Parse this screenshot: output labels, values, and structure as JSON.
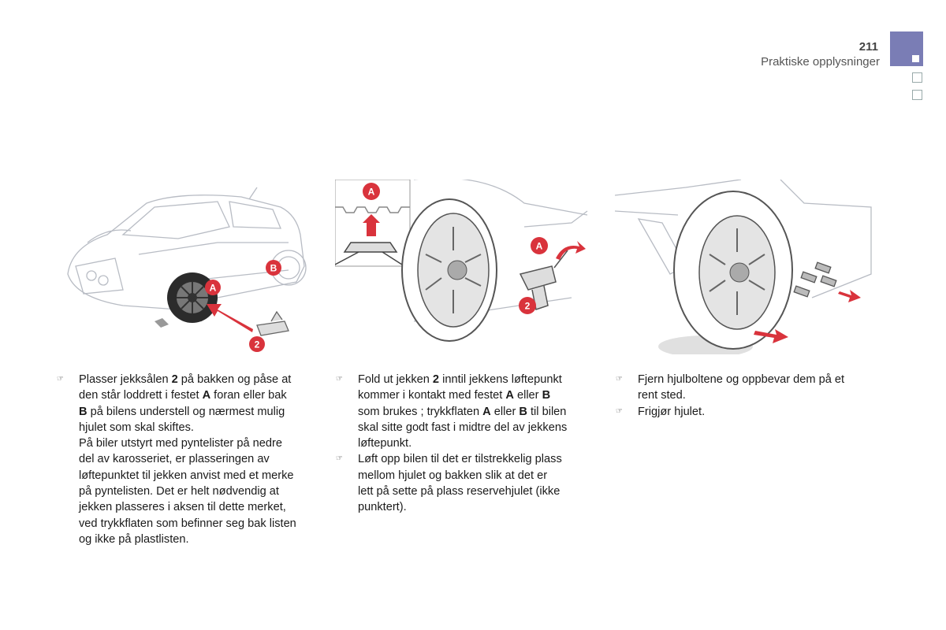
{
  "header": {
    "page_number": "211",
    "section_title": "Praktiske opplysninger"
  },
  "figures": {
    "fig1": {
      "callouts": [
        "A",
        "B",
        "2"
      ]
    },
    "fig2": {
      "callouts": [
        "A",
        "A",
        "2"
      ]
    },
    "fig3": {
      "callouts": []
    }
  },
  "columns": [
    {
      "items": [
        {
          "lines": [
            "Plasser jekksålen 2 på bakken og påse at",
            "den står loddrett i festet A foran eller bak",
            "B på bilens understell og nærmest mulig",
            "hjulet som skal skiftes.",
            "På biler utstyrt med pyntelister på nedre",
            "del av karosseriet, er plasseringen av",
            "løftepunktet til jekken anvist med et merke",
            "på pyntelisten. Det er helt nødvendig at",
            "jekken plasseres i aksen til dette merket,",
            "ved trykkflaten som befinner seg bak listen",
            "og ikke på plastlisten."
          ]
        }
      ]
    },
    {
      "items": [
        {
          "lines": [
            "Fold ut jekken 2 inntil jekkens løftepunkt",
            "kommer i kontakt med festet A eller B",
            "som brukes ; trykkflaten A eller B til bilen",
            "skal sitte godt fast i midtre del av jekkens",
            "løftepunkt."
          ]
        },
        {
          "lines": [
            "Løft opp bilen til det er tilstrekkelig plass",
            "mellom hjulet og bakken slik at det er",
            "lett på sette på plass reservehjulet (ikke",
            "punktert)."
          ]
        }
      ]
    },
    {
      "items": [
        {
          "lines": [
            "Fjern hjulboltene og oppbevar dem på et",
            "rent sted."
          ]
        },
        {
          "lines": [
            "Frigjør hjulet."
          ]
        }
      ]
    }
  ],
  "bullet_icon": "hand-pointer-icon",
  "colors": {
    "accent": "#7a7db5",
    "callout": "#d9333c",
    "arrow": "#d9333c"
  }
}
